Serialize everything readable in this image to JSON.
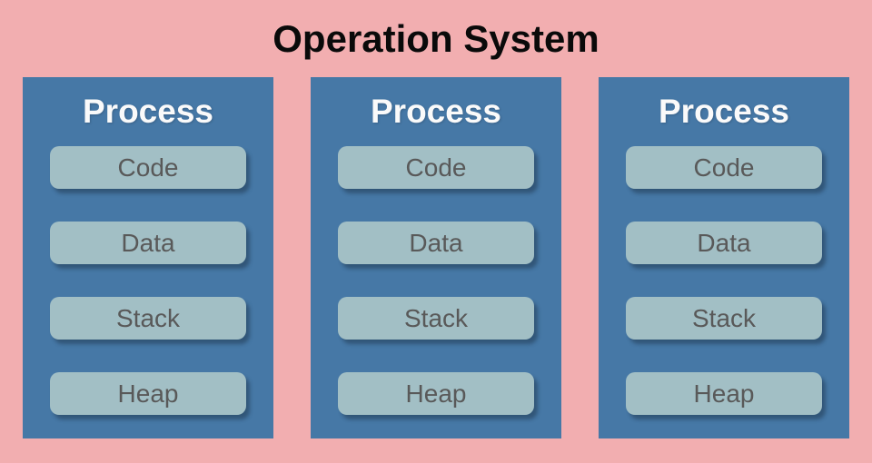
{
  "title": "Operation System",
  "colors": {
    "bg": "#F2AEB0",
    "panel": "#4678A6",
    "segment-bg": "#A2BFC5",
    "segment-text": "#595959",
    "title-text": "#0A0A0A",
    "process-text": "#FAFAFA"
  },
  "processes": [
    {
      "title": "Process",
      "segments": [
        "Code",
        "Data",
        "Stack",
        "Heap"
      ]
    },
    {
      "title": "Process",
      "segments": [
        "Code",
        "Data",
        "Stack",
        "Heap"
      ]
    },
    {
      "title": "Process",
      "segments": [
        "Code",
        "Data",
        "Stack",
        "Heap"
      ]
    }
  ]
}
